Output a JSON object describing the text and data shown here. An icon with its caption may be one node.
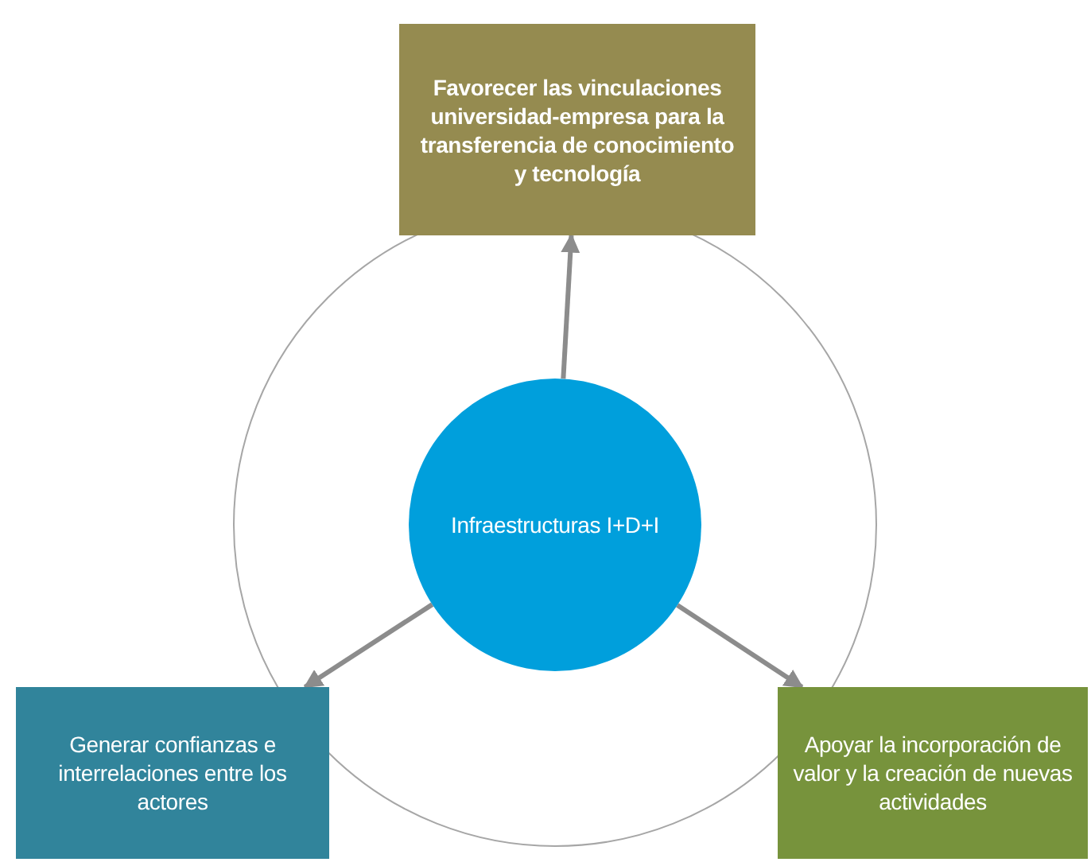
{
  "diagram": {
    "nodes": [
      {
        "text": [
          "Favorecer las vinculaciones universidad-empresa para la transferencia de conocimiento y tecnología"
        ]
      },
      {
        "text": [
          "Infraestructuras I+D+I"
        ]
      },
      {
        "text": [
          "Generar confianzas e interrelaciones entre los actores"
        ]
      },
      {
        "text": [
          "Apoyar la incorporación de valor y la creación de nuevas actividades"
        ]
      }
    ],
    "edges": [
      {
        "from": 1,
        "to": 0,
        "arrow": "to"
      },
      {
        "from": 1,
        "to": 2,
        "arrow": "to"
      },
      {
        "from": 1,
        "to": 3,
        "arrow": "to"
      }
    ]
  }
}
